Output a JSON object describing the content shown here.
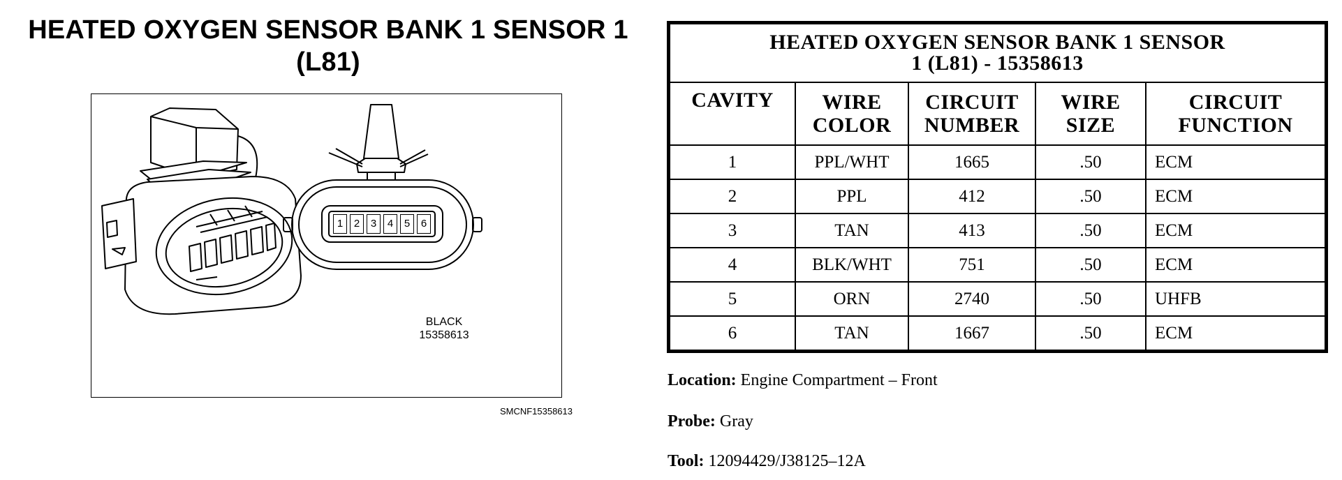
{
  "left_title": {
    "line1": "HEATED OXYGEN SENSOR BANK 1 SENSOR 1",
    "line2": "(L81)"
  },
  "figure": {
    "connector_color_label": "BLACK",
    "connector_part_number": "15358613",
    "cavity_numbers": [
      "1",
      "2",
      "3",
      "4",
      "5",
      "6"
    ],
    "figure_code": "SMCNF15358613"
  },
  "table": {
    "title_line1": "HEATED OXYGEN SENSOR BANK 1 SENSOR",
    "title_line2": "1 (L81) - 15358613",
    "headers": [
      {
        "line1": "CAVITY",
        "line2": ""
      },
      {
        "line1": "WIRE",
        "line2": "COLOR"
      },
      {
        "line1": "CIRCUIT",
        "line2": "NUMBER"
      },
      {
        "line1": "WIRE",
        "line2": "SIZE"
      },
      {
        "line1": "CIRCUIT",
        "line2": "FUNCTION"
      }
    ],
    "rows": [
      {
        "cavity": "1",
        "wire_color": "PPL/WHT",
        "circuit_number": "1665",
        "wire_size": ".50",
        "circuit_function": "ECM"
      },
      {
        "cavity": "2",
        "wire_color": "PPL",
        "circuit_number": "412",
        "wire_size": ".50",
        "circuit_function": "ECM"
      },
      {
        "cavity": "3",
        "wire_color": "TAN",
        "circuit_number": "413",
        "wire_size": ".50",
        "circuit_function": "ECM"
      },
      {
        "cavity": "4",
        "wire_color": "BLK/WHT",
        "circuit_number": "751",
        "wire_size": ".50",
        "circuit_function": "ECM"
      },
      {
        "cavity": "5",
        "wire_color": "ORN",
        "circuit_number": "2740",
        "wire_size": ".50",
        "circuit_function": "UHFB"
      },
      {
        "cavity": "6",
        "wire_color": "TAN",
        "circuit_number": "1667",
        "wire_size": ".50",
        "circuit_function": "ECM"
      }
    ]
  },
  "info": {
    "location_label": "Location:",
    "location_value": "Engine Compartment – Front",
    "probe_label": "Probe:",
    "probe_value": "Gray",
    "tool_label": "Tool:",
    "tool_value": "12094429/J38125–12A"
  }
}
